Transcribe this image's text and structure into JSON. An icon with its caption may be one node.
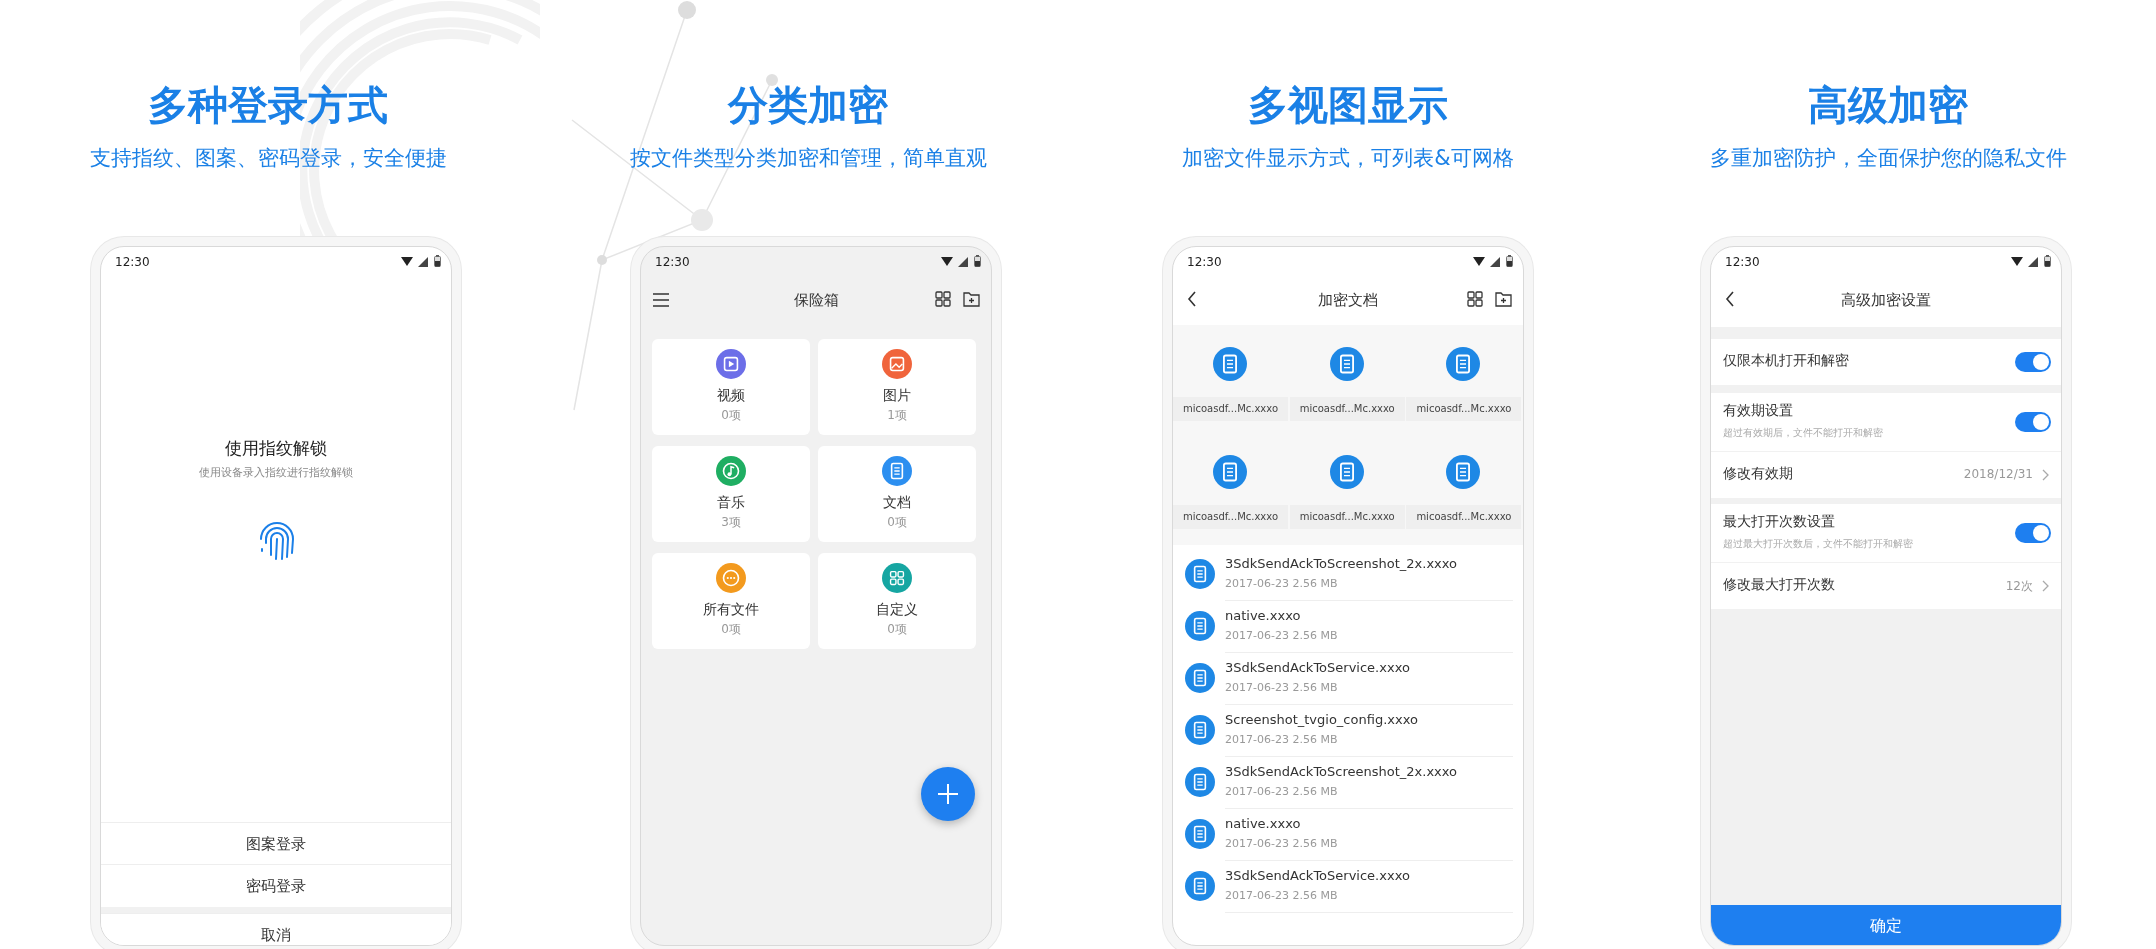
{
  "diagram": {
    "nodes": [
      {
        "text": [
          "多种登录方式",
          "支持指纹、图案、密码登录，安全便捷"
        ]
      },
      {
        "text": [
          "12:30",
          "使用指纹解锁",
          "使用设备录入指纹进行指纹解锁"
        ],
        "in": 0
      },
      {
        "text": [
          "图案登录"
        ],
        "in": 1
      },
      {
        "text": [
          "密码登录"
        ],
        "in": 1
      },
      {
        "text": [
          "取消"
        ],
        "in": 1
      },
      {
        "text": [
          "分类加密",
          "按文件类型分类加密和管理，简单直观"
        ]
      },
      {
        "text": [
          "12:30",
          "保险箱"
        ],
        "in": 5
      },
      {
        "text": [
          "视频",
          "0项"
        ],
        "in": 6
      },
      {
        "text": [
          "图片",
          "1项"
        ],
        "in": 6
      },
      {
        "text": [
          "音乐",
          "3项"
        ],
        "in": 6
      },
      {
        "text": [
          "文档",
          "0项"
        ],
        "in": 6
      },
      {
        "text": [
          "所有文件",
          "0项"
        ],
        "in": 6
      },
      {
        "text": [
          "自定义",
          "0项"
        ],
        "in": 6
      },
      {
        "text": [
          "多视图显示",
          "加密文件显示方式，可列表&可网格"
        ]
      },
      {
        "text": [
          "12:30",
          "加密文档"
        ],
        "in": 13
      },
      {
        "text": [
          "micoasdf...Mc.xxxo"
        ],
        "in": 14
      },
      {
        "text": [
          "micoasdf...Mc.xxxo"
        ],
        "in": 14
      },
      {
        "text": [
          "micoasdf...Mc.xxxo"
        ],
        "in": 14
      },
      {
        "text": [
          "micoasdf...Mc.xxxo"
        ],
        "in": 14
      },
      {
        "text": [
          "micoasdf...Mc.xxxo"
        ],
        "in": 14
      },
      {
        "text": [
          "micoasdf...Mc.xxxo"
        ],
        "in": 14
      },
      {
        "text": [
          "3SdkSendAckToScreenshot_2x.xxxo",
          "2017-06-23 2.56 MB"
        ],
        "in": 14
      },
      {
        "text": [
          "native.xxxo",
          "2017-06-23 2.56 MB"
        ],
        "in": 14
      },
      {
        "text": [
          "3SdkSendAckToService.xxxo",
          "2017-06-23 2.56 MB"
        ],
        "in": 14
      },
      {
        "text": [
          "Screenshot_tvgio_config.xxxo",
          "2017-06-23 2.56 MB"
        ],
        "in": 14
      },
      {
        "text": [
          "3SdkSendAckToScreenshot_2x.xxxo",
          "2017-06-23 2.56 MB"
        ],
        "in": 14
      },
      {
        "text": [
          "native.xxxo",
          "2017-06-23 2.56 MB"
        ],
        "in": 14
      },
      {
        "text": [
          "3SdkSendAckToService.xxxo",
          "2017-06-23 2.56 MB"
        ],
        "in": 14
      },
      {
        "text": [
          "高级加密",
          "多重加密防护，全面保护您的隐私文件"
        ]
      },
      {
        "text": [
          "12:30",
          "高级加密设置"
        ],
        "in": 28
      },
      {
        "text": [
          "仅限本机打开和解密"
        ],
        "in": 29
      },
      {
        "text": [
          "有效期设置",
          "超过有效期后，文件不能打开和解密"
        ],
        "in": 29
      },
      {
        "text": [
          "修改有效期",
          "2018/12/31"
        ],
        "in": 29
      },
      {
        "text": [
          "最大打开次数设置",
          "超过最大打开次数后，文件不能打开和解密"
        ],
        "in": 29
      },
      {
        "text": [
          "修改最大打开次数",
          "12次"
        ],
        "in": 29
      },
      {
        "text": [
          "确定"
        ],
        "in": 29
      }
    ]
  }
}
